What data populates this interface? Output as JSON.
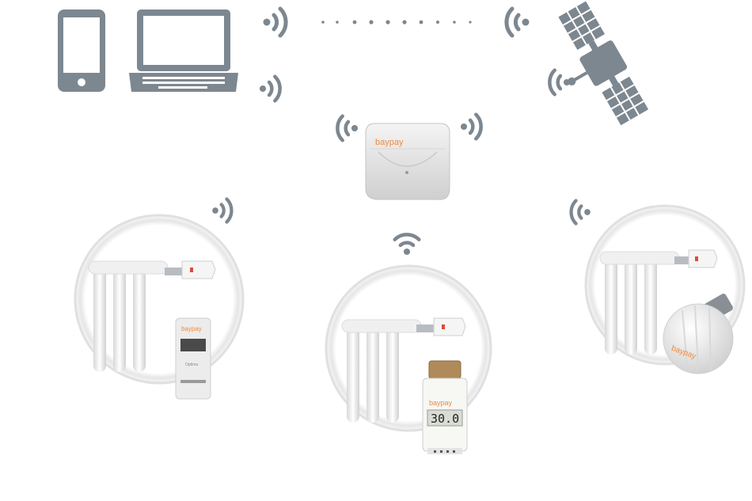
{
  "brand": {
    "name": "baypay",
    "color": "#f08a3c"
  },
  "colors": {
    "icon": "#7d8790",
    "radiator": "#eeeeee",
    "ring": "#e2e2e2"
  },
  "devices": {
    "smartphone": {
      "icon": "smartphone-icon"
    },
    "laptop": {
      "icon": "laptop-icon"
    },
    "satellite": {
      "icon": "satellite-icon"
    },
    "gateway": {
      "label": "baypay"
    },
    "left": {
      "label": "baypay",
      "sub": "Optima"
    },
    "center": {
      "label": "baypay",
      "display": "30.0"
    },
    "right": {
      "label": "baypay"
    }
  }
}
